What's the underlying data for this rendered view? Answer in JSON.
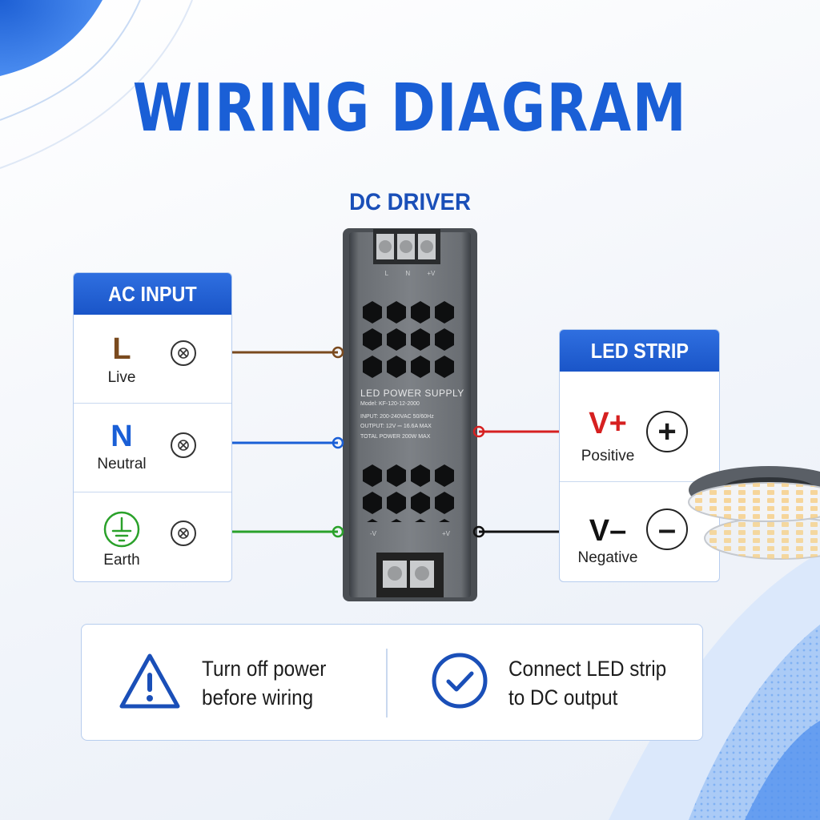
{
  "title": "WIRING DIAGRAM",
  "driver": {
    "label": "DC DRIVER",
    "terminal_top_labels": [
      "L",
      "N",
      "+V"
    ],
    "terminal_bottom_labels": [
      "-V",
      "+V"
    ],
    "plate": {
      "heading": "LED POWER SUPPLY",
      "model": "Model: KF-120-12-2000",
      "input": "INPUT: 200-240VAC 50/60Hz",
      "output": "OUTPUT: 12V ⎓ 16.6A MAX",
      "total_power": "TOTAL POWER 200W MAX"
    }
  },
  "ac_input": {
    "header": "AC INPUT",
    "rows": [
      {
        "symbol": "L",
        "name": "Live",
        "color": "#7a4a1e"
      },
      {
        "symbol": "N",
        "name": "Neutral",
        "color": "#1a5fd6"
      },
      {
        "symbol": "earth-icon",
        "name": "Earth",
        "color": "#2aa12a"
      }
    ]
  },
  "led_strip": {
    "header": "LED STRIP",
    "rows": [
      {
        "symbol": "V+",
        "name": "Positive",
        "color": "#d62020",
        "sign": "+"
      },
      {
        "symbol": "V–",
        "name": "Negative",
        "color": "#111111",
        "sign": "–"
      }
    ]
  },
  "notes": [
    {
      "icon": "warning-icon",
      "line1": "Turn off power",
      "line2": "before wiring"
    },
    {
      "icon": "check-circle-icon",
      "line1": "Connect LED strip",
      "line2": "to DC output"
    }
  ],
  "colors": {
    "accent": "#1a5fd6",
    "live": "#7a4a1e",
    "neutral": "#1a5fd6",
    "earth": "#2aa12a",
    "positive": "#d62020",
    "negative": "#111111"
  }
}
